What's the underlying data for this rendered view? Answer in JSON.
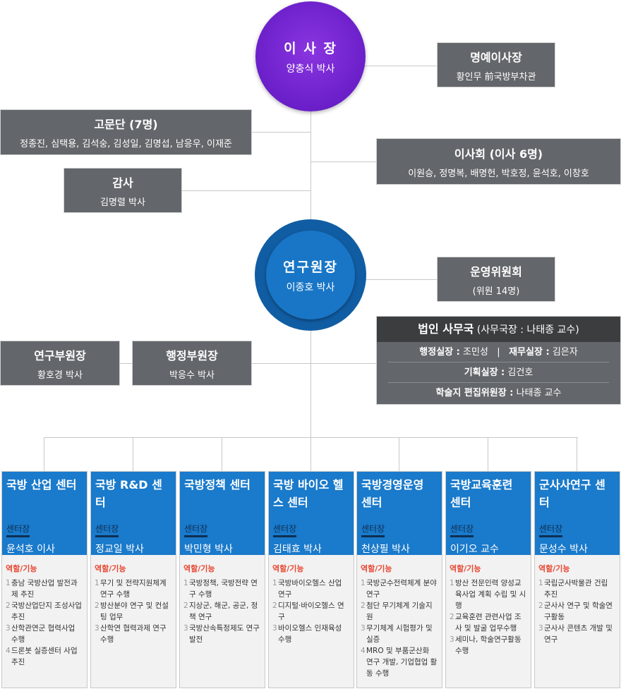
{
  "chairman": {
    "title": "이 사 장",
    "name": "양충식 박사"
  },
  "honorary": {
    "title": "명예이사장",
    "name": "황인무 前국방부차관"
  },
  "advisors": {
    "title": "고문단 (7명)",
    "names": "정종진, 심택용, 김석숭, 김성일, 김명섭, 남응우, 이재준"
  },
  "board": {
    "title": "이사회 (이사 6명)",
    "names": "이원승, 정명복, 배명헌, 박호정, 윤석호, 이창호"
  },
  "auditor": {
    "title": "감사",
    "name": "김명렬 박사"
  },
  "president": {
    "title": "연구원장",
    "name": "이종호 박사"
  },
  "committee": {
    "title": "운영위원회",
    "sub": "(위원 14명)"
  },
  "office": {
    "title": "법인 사무국",
    "title_sub": "(사무국장 : 나태종 교수)",
    "rows": [
      {
        "a_label": "행정실장 :",
        "a_name": "조민성",
        "sep": "|",
        "b_label": "재무실장 :",
        "b_name": "김은자"
      },
      {
        "a_label": "기획실장 :",
        "a_name": "김건호"
      },
      {
        "a_label": "학술지 편집위원장 :",
        "a_name": "나태종 교수"
      }
    ]
  },
  "vp_research": {
    "title": "연구부원장",
    "name": "황호경 박사"
  },
  "vp_admin": {
    "title": "행정부원장",
    "name": "박응수 박사"
  },
  "centers": [
    {
      "name": "국방 산업 센터",
      "label": "센터장",
      "director": "윤석호 이사",
      "role_label": "역할/기능",
      "items": [
        "충남 국방산업 발전과제 추진",
        "국방산업단지 조성사업 추진",
        "산학관연군 협력사업 수행",
        "드론봇 실증센터 사업 추진"
      ]
    },
    {
      "name": "국방 R&D 센터",
      "label": "센터장",
      "director": "정교일 박사",
      "role_label": "역할/기능",
      "items": [
        "무기 및 전략지원체계 연구 수행",
        "방산분야 연구 및 컨설팅 업무",
        "산학연 협력과제 연구 수행"
      ]
    },
    {
      "name": "국방정책 센터",
      "label": "센터장",
      "director": "박민형 박사",
      "role_label": "역할/기능",
      "items": [
        "국방정책, 국방전략 연구 수행",
        "지상군, 해군, 공군, 정책 연구",
        "국방산속특정제도 연구발전"
      ]
    },
    {
      "name": "국방 바이오 헬스 센터",
      "label": "센터장",
      "director": "김태효 박사",
      "role_label": "역할/기능",
      "items": [
        "국방바이오헬스 산업 연구",
        "디지털·바이오헬스 연구",
        "바이오헬스 인재육성 수행"
      ]
    },
    {
      "name": "국방경영운영 센터",
      "label": "센터장",
      "director": "천상필 박사",
      "role_label": "역할/기능",
      "items": [
        "국방군수전력체계 분야 연구",
        "첨단 무기체계 기술지원",
        "무기체계 시험평가 및 실증",
        "MRO 및 부품군산화 연구 개발, 기업협업 활동 수행"
      ]
    },
    {
      "name": "국방교육훈련 센터",
      "label": "센터장",
      "director": "이기오 교수",
      "role_label": "역할/기능",
      "items": [
        "방산 전문인력 양성교육사업 계획 수립 및 시행",
        "교육훈련 관련사업 조사 및 발굴 업무수행",
        "세미나, 학술연구활동 수행"
      ]
    },
    {
      "name": "군사사연구 센터",
      "label": "센터장",
      "director": "문성수 박사",
      "role_label": "역할/기능",
      "items": [
        "국립군사박물관 건립 추진",
        "군사사 연구 및 학술연구활동",
        "군사사 콘텐츠 개발 및 연구"
      ]
    }
  ]
}
